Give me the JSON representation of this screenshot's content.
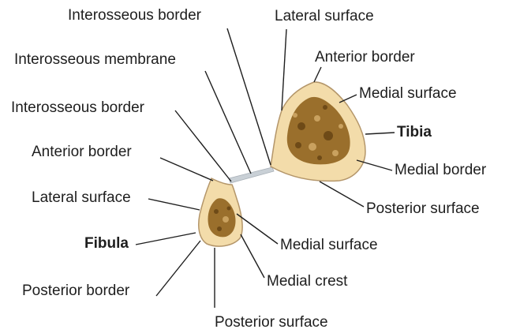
{
  "colors": {
    "bone_fill": "#f3dcaa",
    "bone_outline": "#b4966a",
    "marrow": "#9a6f2c",
    "marrow_dark": "#6e4a17",
    "marrow_light": "#c9a15f",
    "membrane": "#c9d0d6",
    "leader_line": "#1e1e1e",
    "label_text": "#1e1e1e"
  },
  "labels": {
    "tibia": {
      "interosseous_border": "Interosseous border",
      "lateral_surface": "Lateral surface",
      "anterior_border": "Anterior border",
      "medial_surface": "Medial surface",
      "name": "Tibia",
      "medial_border": "Medial border",
      "posterior_surface": "Posterior surface"
    },
    "interosseous_membrane": "Interosseous membrane",
    "fibula": {
      "interosseous_border": "Interosseous border",
      "anterior_border": "Anterior border",
      "lateral_surface": "Lateral surface",
      "name": "Fibula",
      "posterior_border": "Posterior border",
      "medial_surface": "Medial surface",
      "medial_crest": "Medial crest",
      "posterior_surface": "Posterior surface"
    }
  }
}
